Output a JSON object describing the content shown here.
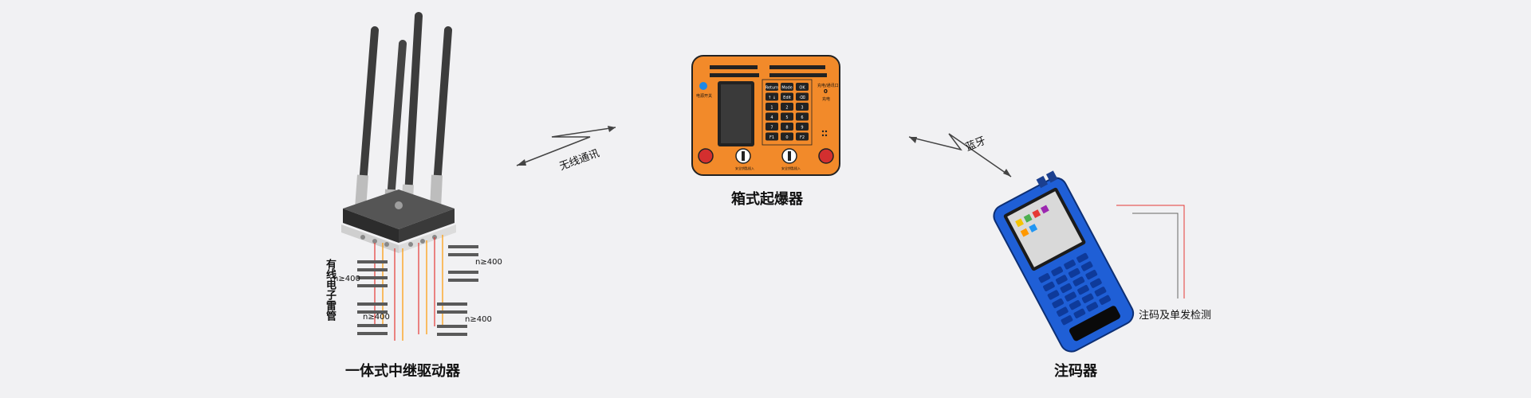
{
  "nodes": {
    "relay": {
      "caption": "一体式中继驱动器"
    },
    "blaster": {
      "caption": "箱式起爆器"
    },
    "encoder": {
      "caption": "注码器"
    }
  },
  "links": {
    "wireless": "无线通讯",
    "bluetooth": "蓝牙"
  },
  "detonators": {
    "vertical_label": "有线电子雷管",
    "count_labels": [
      "n≥400",
      "n≥400",
      "n≥400",
      "n≥400"
    ]
  },
  "encoder_callout": "注码及单发检测",
  "blaster_panel": {
    "keys": [
      "Return",
      "Mode",
      "OK",
      "↑ ↓",
      "Edit",
      "⌫",
      "1",
      "2",
      "3",
      "4",
      "5",
      "6",
      "7",
      "8",
      "9",
      "F1",
      "0",
      "F2"
    ],
    "power_label": "电源开关",
    "right_label": "充电/通讯口",
    "right_digit": "0",
    "right_sub": "充电",
    "knob_label": "安全钥匙插入"
  },
  "colors": {
    "blaster_body": "#f28a2a",
    "encoder_body": "#1f5fd6",
    "wire_red": "#e53935",
    "wire_orange": "#ff9800"
  }
}
